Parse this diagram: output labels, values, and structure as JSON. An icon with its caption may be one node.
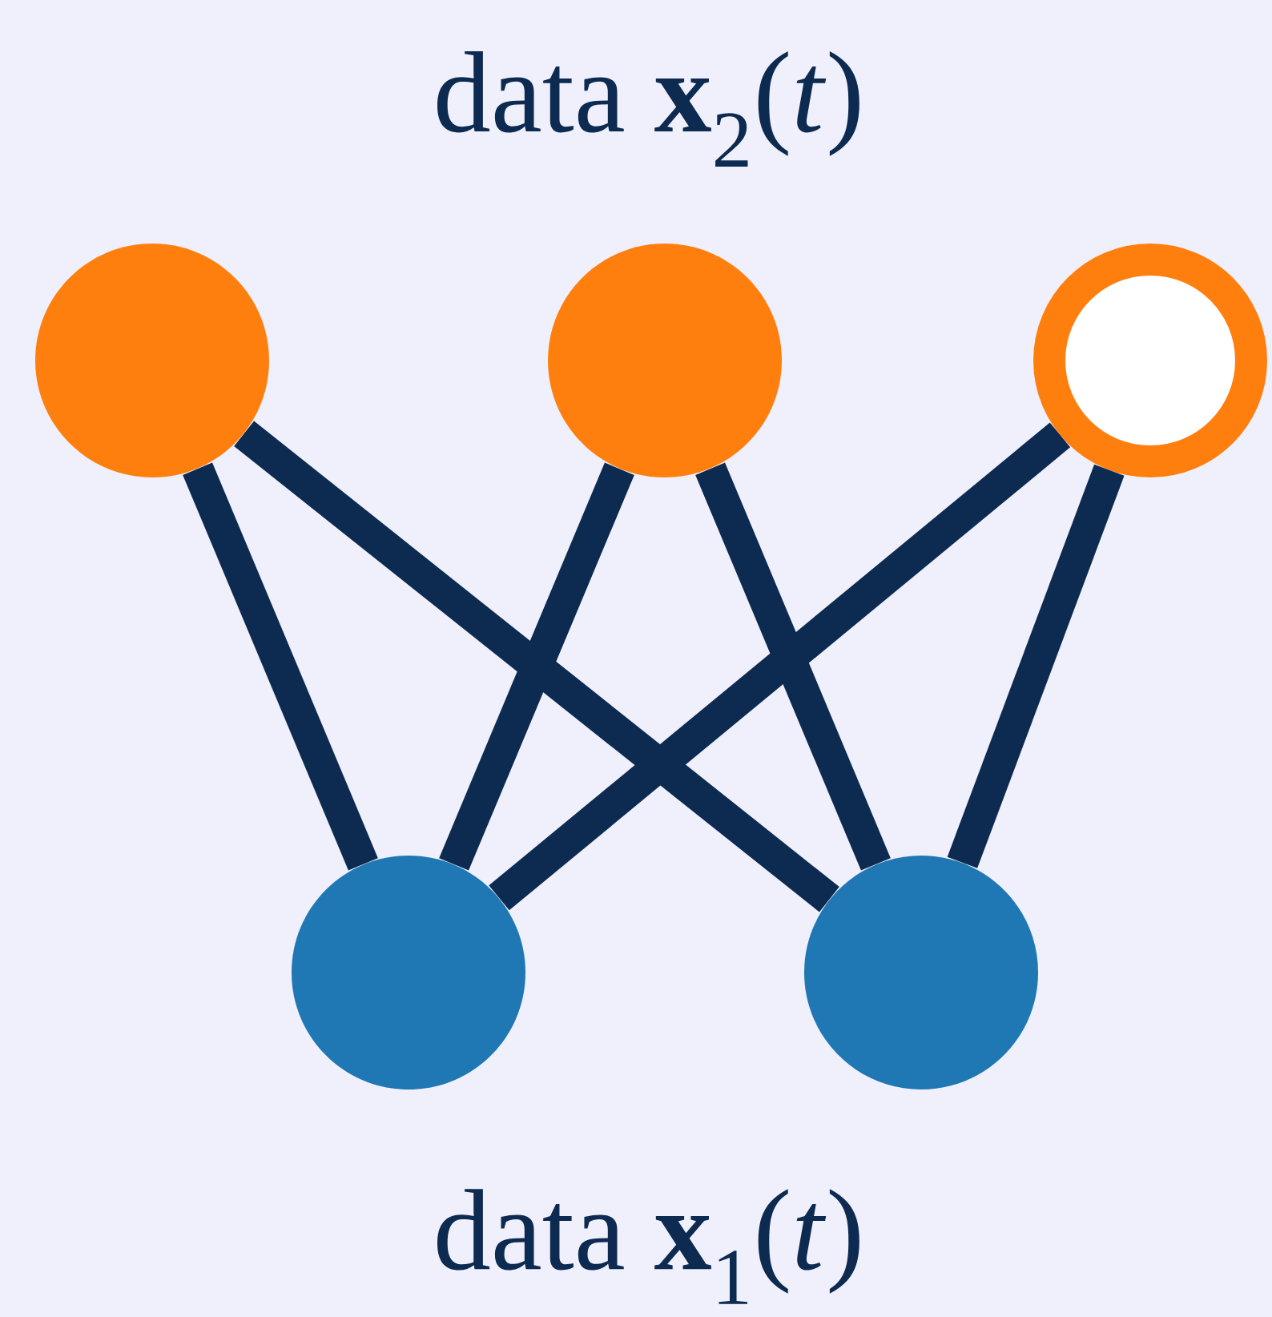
{
  "diagram": {
    "nodes": [
      {
        "text": [],
        "shape": "circle"
      },
      {
        "text": [],
        "shape": "circle"
      },
      {
        "text": [],
        "shape": "circle"
      },
      {
        "text": [],
        "shape": "circle"
      },
      {
        "text": [],
        "shape": "circle"
      }
    ],
    "edges": [
      {
        "from": 0,
        "to": 3,
        "arrow": "none"
      },
      {
        "from": 0,
        "to": 4,
        "arrow": "none"
      },
      {
        "from": 1,
        "to": 3,
        "arrow": "none"
      },
      {
        "from": 1,
        "to": 4,
        "arrow": "none"
      },
      {
        "from": 2,
        "to": 3,
        "arrow": "none"
      },
      {
        "from": 2,
        "to": 4,
        "arrow": "none"
      }
    ],
    "labels": [
      "data **x**$_{2}$(*t*)",
      "data **x**$_{1}$(*t*)"
    ]
  }
}
